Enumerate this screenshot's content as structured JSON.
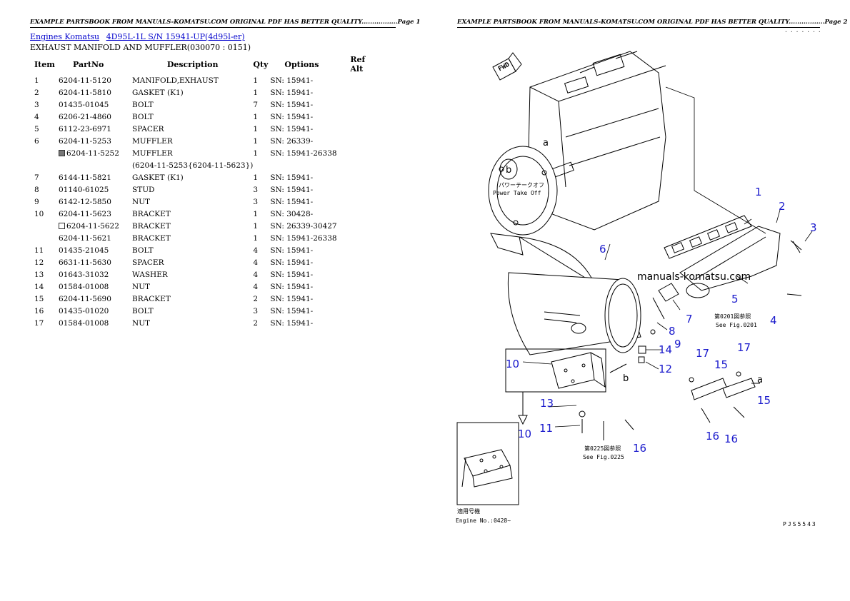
{
  "header": {
    "page1": "EXAMPLE PARTSBOOK FROM MANUALS-KOMATSU.COM ORIGINAL PDF HAS BETTER QUALITY.................Page 1",
    "page2": "EXAMPLE PARTSBOOK FROM MANUALS-KOMATSU.COM ORIGINAL PDF HAS BETTER QUALITY.................Page 2"
  },
  "breadcrumb": {
    "link1": "Engines Komatsu",
    "link2": "4D95L-1L S/N 15941-UP(4d95l-er)"
  },
  "subtitle": "EXHAUST MANIFOLD AND MUFFLER(030070 : 0151)",
  "table": {
    "columns": [
      "Item",
      "PartNo",
      "Description",
      "Qty",
      "Options",
      "Ref Alt"
    ],
    "rows": [
      {
        "item": "1",
        "part": "6204-11-5120",
        "desc": "MANIFOLD,EXHAUST",
        "qty": "1",
        "opt": "SN: 15941-",
        "marker": ""
      },
      {
        "item": "2",
        "part": "6204-11-5810",
        "desc": "GASKET (K1)",
        "qty": "1",
        "opt": "SN: 15941-",
        "marker": ""
      },
      {
        "item": "3",
        "part": "01435-01045",
        "desc": "BOLT",
        "qty": "7",
        "opt": "SN: 15941-",
        "marker": ""
      },
      {
        "item": "4",
        "part": "6206-21-4860",
        "desc": "BOLT",
        "qty": "1",
        "opt": "SN: 15941-",
        "marker": ""
      },
      {
        "item": "5",
        "part": "6112-23-6971",
        "desc": "SPACER",
        "qty": "1",
        "opt": "SN: 15941-",
        "marker": ""
      },
      {
        "item": "6",
        "part": "6204-11-5253",
        "desc": "MUFFLER",
        "qty": "1",
        "opt": "SN: 26339-",
        "marker": ""
      },
      {
        "item": "",
        "part": "6204-11-5252",
        "desc": "MUFFLER",
        "qty": "1",
        "opt": "SN: 15941-26338",
        "marker": "filled"
      },
      {
        "item": "",
        "part": "",
        "desc": "(6204-11-5253{6204-11-5623})",
        "qty": "",
        "opt": "",
        "marker": ""
      },
      {
        "item": "7",
        "part": "6144-11-5821",
        "desc": "GASKET (K1)",
        "qty": "1",
        "opt": "SN: 15941-",
        "marker": ""
      },
      {
        "item": "8",
        "part": "01140-61025",
        "desc": "STUD",
        "qty": "3",
        "opt": "SN: 15941-",
        "marker": ""
      },
      {
        "item": "9",
        "part": "6142-12-5850",
        "desc": "NUT",
        "qty": "3",
        "opt": "SN: 15941-",
        "marker": ""
      },
      {
        "item": "10",
        "part": "6204-11-5623",
        "desc": "BRACKET",
        "qty": "1",
        "opt": "SN: 30428-",
        "marker": ""
      },
      {
        "item": "",
        "part": "6204-11-5622",
        "desc": "BRACKET",
        "qty": "1",
        "opt": "SN: 26339-30427",
        "marker": "empty"
      },
      {
        "item": "",
        "part": "6204-11-5621",
        "desc": "BRACKET",
        "qty": "1",
        "opt": "SN: 15941-26338",
        "marker": ""
      },
      {
        "item": "11",
        "part": "01435-21045",
        "desc": "BOLT",
        "qty": "4",
        "opt": "SN: 15941-",
        "marker": ""
      },
      {
        "item": "12",
        "part": "6631-11-5630",
        "desc": "SPACER",
        "qty": "4",
        "opt": "SN: 15941-",
        "marker": ""
      },
      {
        "item": "13",
        "part": "01643-31032",
        "desc": "WASHER",
        "qty": "4",
        "opt": "SN: 15941-",
        "marker": ""
      },
      {
        "item": "14",
        "part": "01584-01008",
        "desc": "NUT",
        "qty": "4",
        "opt": "SN: 15941-",
        "marker": ""
      },
      {
        "item": "15",
        "part": "6204-11-5690",
        "desc": "BRACKET",
        "qty": "2",
        "opt": "SN: 15941-",
        "marker": ""
      },
      {
        "item": "16",
        "part": "01435-01020",
        "desc": "BOLT",
        "qty": "3",
        "opt": "SN: 15941-",
        "marker": ""
      },
      {
        "item": "17",
        "part": "01584-01008",
        "desc": "NUT",
        "qty": "2",
        "opt": "SN: 15941-",
        "marker": ""
      }
    ]
  },
  "diagram": {
    "watermark": "manuals-komatsu.com",
    "fwd": "FWD",
    "pto_jp": "パワーテークオフ",
    "pto_en": "Power Take Off",
    "ref1_jp": "第0201図参照",
    "ref1_en": "See Fig.0201",
    "ref2_jp": "第0225図参照",
    "ref2_en": "See Fig.0225",
    "engine_jp": "適用号機",
    "engine_en": "Engine No.:0428~",
    "fig_code": "PJS5543",
    "dots": ".......",
    "labels": {
      "l1": "1",
      "l2": "2",
      "l3": "3",
      "l4": "4",
      "l5": "5",
      "l6": "6",
      "l7": "7",
      "l8": "8",
      "l9": "9",
      "l10a": "10",
      "l10b": "10",
      "l11": "11",
      "l12": "12",
      "l13": "13",
      "l14": "14",
      "l15a": "15",
      "l15b": "15",
      "l16a": "16",
      "l16b": "16",
      "l16c": "16",
      "l17a": "17",
      "l17b": "17",
      "a1": "a",
      "a2": "a",
      "b1": "b",
      "b2": "b"
    }
  }
}
